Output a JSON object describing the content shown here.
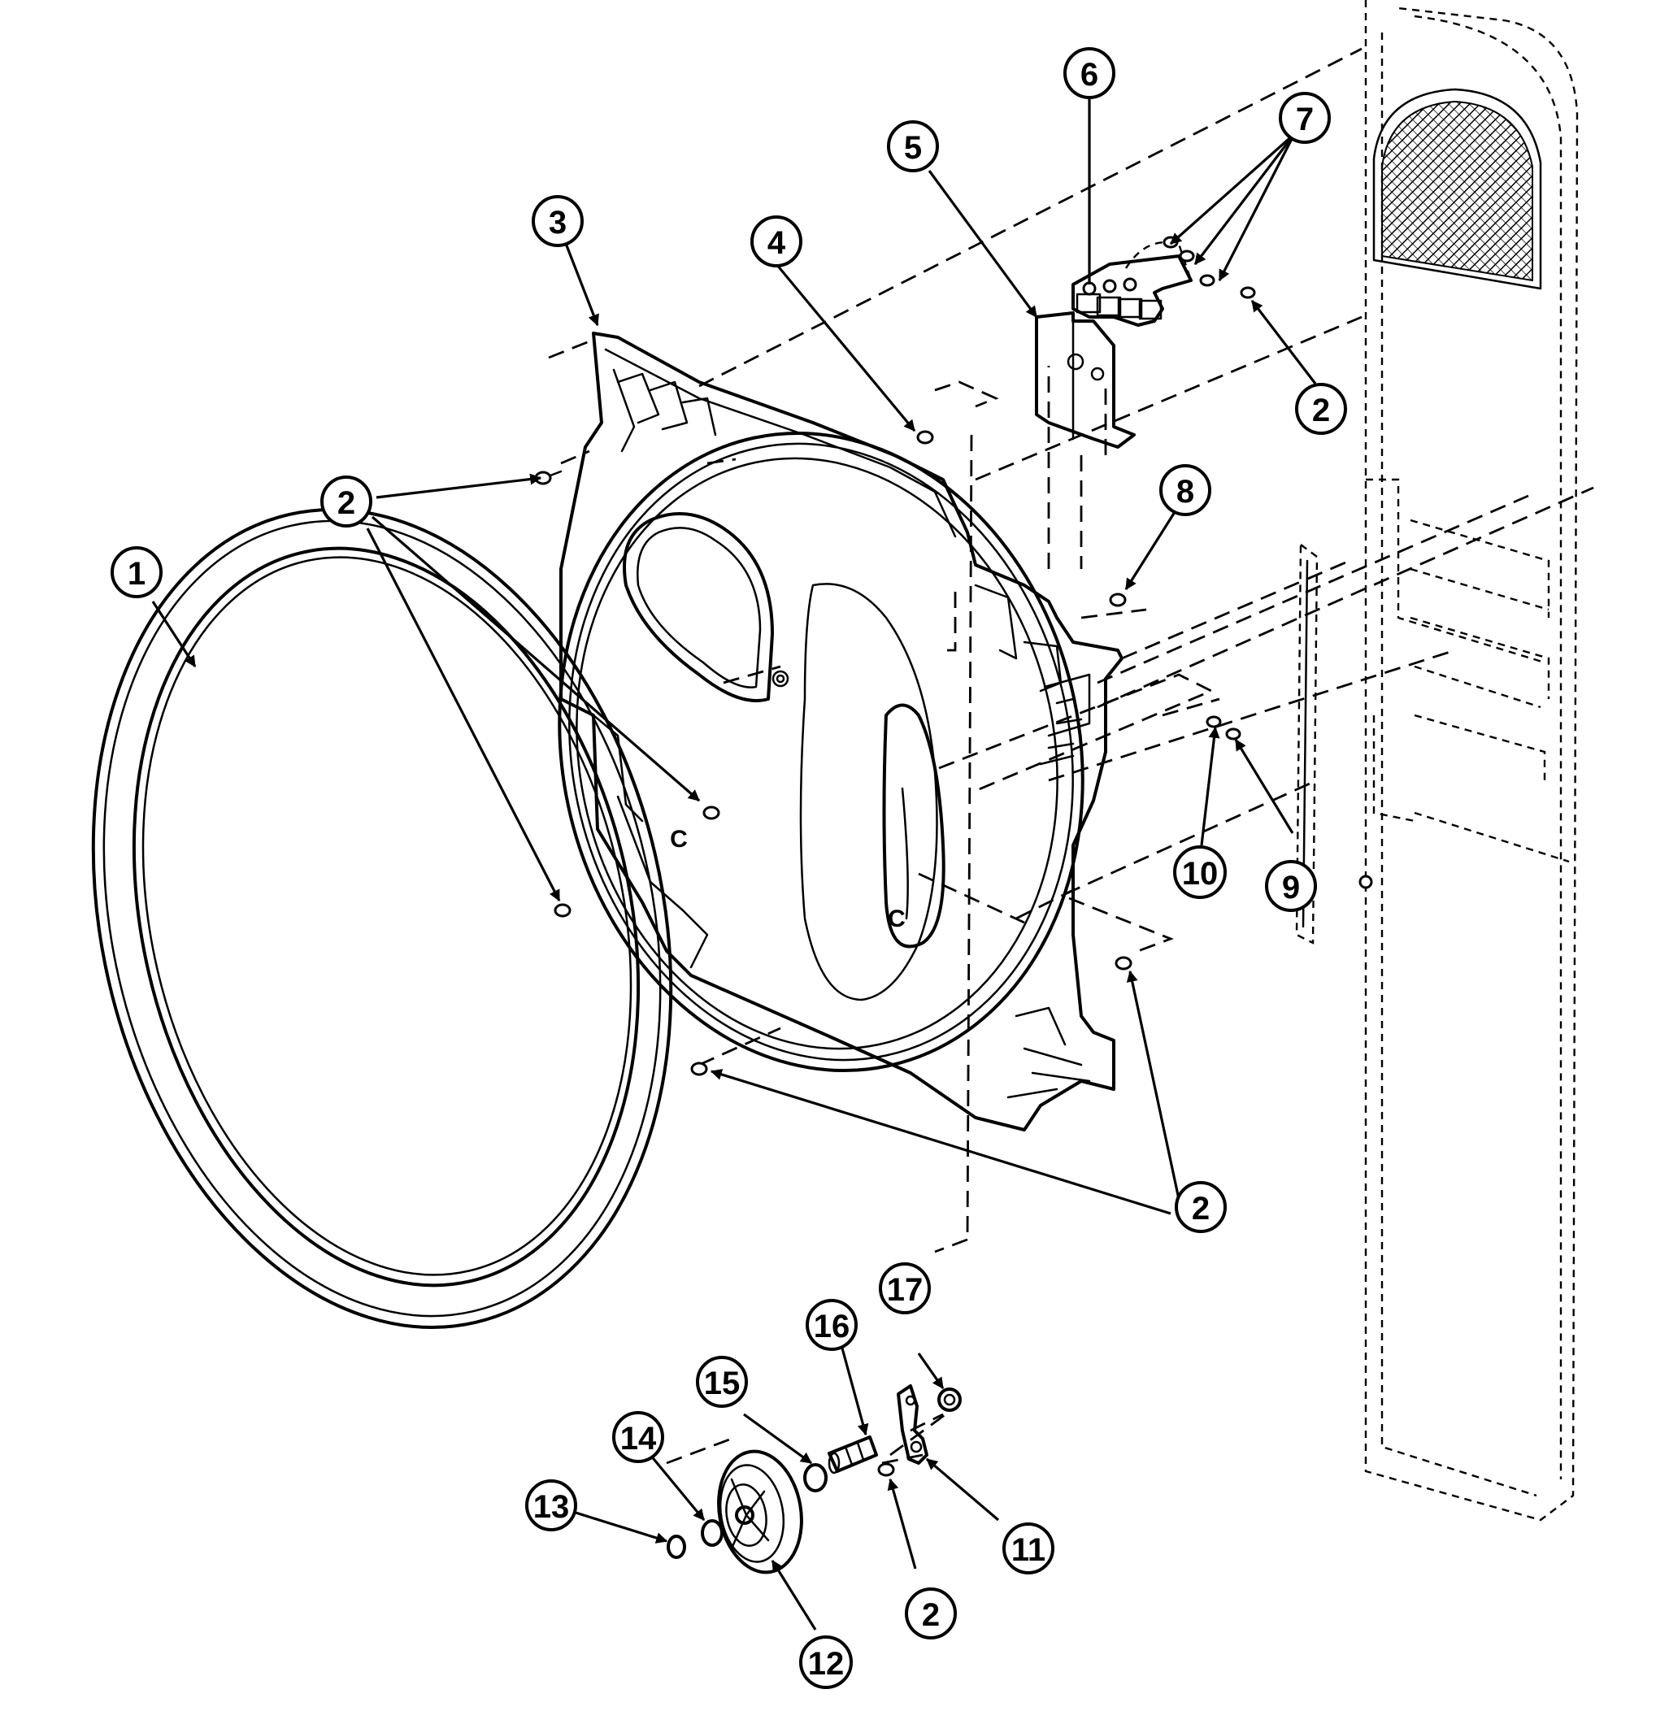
{
  "callouts": {
    "c1": "1",
    "c2a": "2",
    "c2b": "2",
    "c2c": "2",
    "c2d": "2",
    "c3": "3",
    "c4": "4",
    "c5": "5",
    "c6": "6",
    "c7": "7",
    "c8": "8",
    "c9": "9",
    "c10": "10",
    "c11": "11",
    "c12": "12",
    "c13": "13",
    "c14": "14",
    "c15": "15",
    "c16": "16",
    "c17": "17"
  },
  "marks": {
    "c_mark_left": "C",
    "c_mark_right": "C"
  },
  "colors": {
    "ink": "#000000",
    "paper": "#ffffff"
  }
}
